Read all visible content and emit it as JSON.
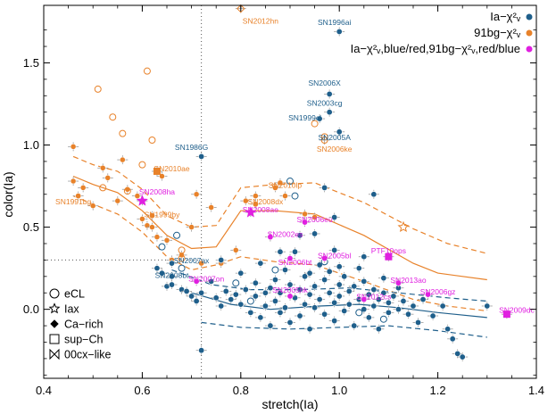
{
  "chart_data": {
    "type": "scatter",
    "xlabel": "stretch(Ia)",
    "ylabel": "color(Ia)",
    "xlim": [
      0.4,
      1.4
    ],
    "ylim": [
      -0.42,
      1.85
    ],
    "xticks": [
      "0.4",
      "0.6",
      "0.8",
      "1.0",
      "1.2",
      "1.4"
    ],
    "yticks": [
      "0.0",
      "0.5",
      "1.0",
      "1.5"
    ],
    "colors": {
      "ia": "#1f5f8b",
      "bg91": "#e8822a",
      "magenta": "#e020e0",
      "guide": "#555555"
    },
    "legend": {
      "placement": "top-right",
      "entries": [
        {
          "label": "Ia−χ²ᵥ",
          "color": "#1f5f8b"
        },
        {
          "label": "91bg−χ²ᵥ",
          "color": "#e8822a"
        },
        {
          "label": "Ia−χ²ᵥ,blue/red,91bg−χ²ᵥ,red/blue",
          "color": "#e020e0"
        }
      ]
    },
    "marker_legend": [
      {
        "shape": "open-circle",
        "label": "eCL"
      },
      {
        "shape": "star",
        "label": "Iax"
      },
      {
        "shape": "diamond",
        "label": "Ca−rich"
      },
      {
        "shape": "square",
        "label": "sup−Ch"
      },
      {
        "shape": "bowtie",
        "label": "00cx−like"
      }
    ],
    "guides": {
      "vertical_x": 0.72,
      "horizontal_y": 0.3
    },
    "labeled_points": [
      {
        "name": "SN2012hn",
        "x": 0.8,
        "y": 1.83,
        "group": "bg91",
        "marker": "open-diamond",
        "lx": 0.84,
        "ly": 1.74
      },
      {
        "name": "SN1996ai",
        "x": 1.0,
        "y": 1.69,
        "group": "ia",
        "marker": "dot",
        "lx": 0.99,
        "ly": 1.73
      },
      {
        "name": "SN2006X",
        "x": 0.98,
        "y": 1.31,
        "group": "ia",
        "marker": "dot",
        "lx": 0.97,
        "ly": 1.36
      },
      {
        "name": "SN2003cg",
        "x": 0.98,
        "y": 1.2,
        "group": "ia",
        "marker": "dot",
        "lx": 0.97,
        "ly": 1.24
      },
      {
        "name": "SN1999cl",
        "x": 0.96,
        "y": 1.16,
        "group": "ia",
        "marker": "dot",
        "lx": 0.93,
        "ly": 1.15
      },
      {
        "name": "SN2005A",
        "x": 1.0,
        "y": 1.08,
        "group": "ia",
        "marker": "dot",
        "lx": 0.99,
        "ly": 1.03
      },
      {
        "name": "SN2006ke",
        "x": 0.97,
        "y": 1.03,
        "group": "bg91",
        "marker": "open-circle",
        "lx": 0.99,
        "ly": 0.96
      },
      {
        "name": "SN1986G",
        "x": 0.72,
        "y": 0.93,
        "group": "ia",
        "marker": "dot",
        "lx": 0.7,
        "ly": 0.97
      },
      {
        "name": "SN2010ae",
        "x": 0.63,
        "y": 0.84,
        "group": "bg91",
        "marker": "open-square",
        "lx": 0.66,
        "ly": 0.84
      },
      {
        "name": "SN1991bg",
        "x": 0.47,
        "y": 0.69,
        "group": "bg91",
        "marker": "dot",
        "lx": 0.46,
        "ly": 0.64
      },
      {
        "name": "SN2008ha",
        "x": 0.6,
        "y": 0.66,
        "group": "magenta",
        "marker": "star",
        "lx": 0.63,
        "ly": 0.7
      },
      {
        "name": "SN1999by",
        "x": 0.62,
        "y": 0.57,
        "group": "bg91",
        "marker": "dot",
        "lx": 0.64,
        "ly": 0.56
      },
      {
        "name": "SN2010lp",
        "x": 0.87,
        "y": 0.74,
        "group": "bg91",
        "marker": "dot",
        "lx": 0.89,
        "ly": 0.74
      },
      {
        "name": "SN2008dx",
        "x": 0.83,
        "y": 0.64,
        "group": "bg91",
        "marker": "dot",
        "lx": 0.85,
        "ly": 0.64
      },
      {
        "name": "SN2008ae",
        "x": 0.82,
        "y": 0.59,
        "group": "magenta",
        "marker": "star",
        "lx": 0.84,
        "ly": 0.59
      },
      {
        "name": "SN2006eu",
        "x": 0.93,
        "y": 0.53,
        "group": "magenta",
        "marker": "dot",
        "lx": 0.95,
        "ly": 0.53
      },
      {
        "name": "SN2002es",
        "x": 0.86,
        "y": 0.44,
        "group": "magenta",
        "marker": "dot",
        "lx": 0.89,
        "ly": 0.44
      },
      {
        "name": "PTF10ops",
        "x": 1.1,
        "y": 0.32,
        "group": "magenta",
        "marker": "open-square",
        "lx": 1.1,
        "ly": 0.34
      },
      {
        "name": "SN2005bl",
        "x": 0.97,
        "y": 0.31,
        "group": "magenta",
        "marker": "dot",
        "lx": 0.99,
        "ly": 0.31
      },
      {
        "name": "SN2006bt",
        "x": 0.9,
        "y": 0.31,
        "group": "magenta",
        "marker": "dot",
        "lx": 0.91,
        "ly": 0.27
      },
      {
        "name": "SN2007ax",
        "x": 0.66,
        "y": 0.28,
        "group": "ia",
        "marker": "dot",
        "lx": 0.7,
        "ly": 0.28
      },
      {
        "name": "SN2008bt",
        "x": 0.66,
        "y": 0.2,
        "group": "ia",
        "marker": "dot",
        "lx": 0.66,
        "ly": 0.19
      },
      {
        "name": "SN2007on",
        "x": 0.71,
        "y": 0.17,
        "group": "magenta",
        "marker": "dot",
        "lx": 0.73,
        "ly": 0.17
      },
      {
        "name": "SN2013ao",
        "x": 1.12,
        "y": 0.16,
        "group": "magenta",
        "marker": "dot",
        "lx": 1.14,
        "ly": 0.16
      },
      {
        "name": "SN2006gz",
        "x": 1.18,
        "y": 0.09,
        "group": "magenta",
        "marker": "dot",
        "lx": 1.2,
        "ly": 0.09
      },
      {
        "name": "SN2012cs",
        "x": 1.05,
        "y": 0.06,
        "group": "magenta",
        "marker": "dot",
        "lx": 1.07,
        "ly": 0.06
      },
      {
        "name": "SN2005hk",
        "x": 0.9,
        "y": 0.08,
        "group": "magenta",
        "marker": "dot",
        "lx": 0.9,
        "ly": 0.1
      },
      {
        "name": "SN2009dc",
        "x": 1.34,
        "y": -0.03,
        "group": "magenta",
        "marker": "open-square",
        "lx": 1.36,
        "ly": -0.02
      }
    ],
    "points_bg91": [
      [
        0.46,
        0.99
      ],
      [
        0.46,
        0.78
      ],
      [
        0.48,
        0.74
      ],
      [
        0.5,
        0.63
      ],
      [
        0.52,
        0.86
      ],
      [
        0.53,
        0.8
      ],
      [
        0.55,
        0.66
      ],
      [
        0.56,
        0.91
      ],
      [
        0.57,
        0.73
      ],
      [
        0.59,
        0.69
      ],
      [
        0.6,
        0.55
      ],
      [
        0.61,
        0.51
      ],
      [
        0.62,
        0.5
      ],
      [
        0.63,
        0.44
      ],
      [
        0.64,
        0.81
      ],
      [
        0.65,
        0.42
      ],
      [
        0.66,
        0.3
      ],
      [
        0.68,
        0.33
      ],
      [
        0.7,
        0.5
      ],
      [
        0.71,
        0.7
      ],
      [
        0.72,
        0.28
      ],
      [
        0.74,
        0.62
      ],
      [
        0.76,
        0.28
      ],
      [
        0.79,
        0.36
      ],
      [
        0.81,
        0.66
      ],
      [
        0.83,
        0.69
      ],
      [
        0.88,
        0.77
      ],
      [
        0.89,
        0.69
      ],
      [
        0.93,
        0.58
      ],
      [
        0.95,
        0.56
      ]
    ],
    "open_bg91": [
      [
        0.51,
        1.34
      ],
      [
        0.52,
        0.74
      ],
      [
        0.54,
        1.17
      ],
      [
        0.56,
        1.07
      ],
      [
        0.61,
        1.45
      ],
      [
        0.6,
        0.88
      ],
      [
        0.62,
        1.03
      ],
      [
        0.57,
        0.72
      ],
      [
        0.68,
        0.36
      ],
      [
        0.95,
        1.13
      ],
      [
        0.97,
        1.05
      ],
      [
        0.68,
        0.31
      ]
    ],
    "open_stars": [
      [
        1.13,
        0.5
      ]
    ],
    "open_ia": [
      [
        0.64,
        0.38
      ],
      [
        0.67,
        0.45
      ],
      [
        0.68,
        0.25
      ],
      [
        0.9,
        0.78
      ],
      [
        0.91,
        0.69
      ],
      [
        0.87,
        0.24
      ],
      [
        0.97,
        0.29
      ],
      [
        0.82,
        0.05
      ],
      [
        1.04,
        -0.02
      ],
      [
        1.09,
        -0.06
      ],
      [
        0.79,
        0.16
      ]
    ],
    "points_ia": [
      [
        0.63,
        0.25
      ],
      [
        0.64,
        0.22
      ],
      [
        0.65,
        0.14
      ],
      [
        0.66,
        0.15
      ],
      [
        0.68,
        0.12
      ],
      [
        0.69,
        0.11
      ],
      [
        0.7,
        0.08
      ],
      [
        0.71,
        0.05
      ],
      [
        0.72,
        0.1
      ],
      [
        0.72,
        -0.25
      ],
      [
        0.74,
        0.17
      ],
      [
        0.75,
        0.07
      ],
      [
        0.76,
        0.02
      ],
      [
        0.77,
        0.11
      ],
      [
        0.78,
        0.06
      ],
      [
        0.79,
        0.09
      ],
      [
        0.8,
        0.03
      ],
      [
        0.8,
        0.22
      ],
      [
        0.81,
        0.12
      ],
      [
        0.82,
        -0.02
      ],
      [
        0.83,
        0.08
      ],
      [
        0.83,
        0.16
      ],
      [
        0.84,
        -0.05
      ],
      [
        0.85,
        0.1
      ],
      [
        0.85,
        0.02
      ],
      [
        0.86,
        0.13
      ],
      [
        0.86,
        -0.1
      ],
      [
        0.87,
        0.05
      ],
      [
        0.87,
        0.18
      ],
      [
        0.88,
        -0.02
      ],
      [
        0.88,
        0.1
      ],
      [
        0.89,
        0.24
      ],
      [
        0.89,
        0.01
      ],
      [
        0.9,
        -0.08
      ],
      [
        0.9,
        0.15
      ],
      [
        0.91,
        0.07
      ],
      [
        0.91,
        0.35
      ],
      [
        0.92,
        0.12
      ],
      [
        0.92,
        -0.04
      ],
      [
        0.93,
        0.2
      ],
      [
        0.93,
        0.03
      ],
      [
        0.94,
        0.09
      ],
      [
        0.94,
        -0.12
      ],
      [
        0.95,
        0.14
      ],
      [
        0.95,
        0.01
      ],
      [
        0.96,
        0.27
      ],
      [
        0.96,
        0.06
      ],
      [
        0.97,
        -0.03
      ],
      [
        0.97,
        0.18
      ],
      [
        0.98,
        0.1
      ],
      [
        0.98,
        0.23
      ],
      [
        0.99,
        -0.07
      ],
      [
        0.99,
        0.04
      ],
      [
        1.0,
        0.15
      ],
      [
        1.0,
        0.08
      ],
      [
        1.01,
        -0.01
      ],
      [
        1.01,
        0.2
      ],
      [
        1.02,
        0.11
      ],
      [
        1.02,
        0.03
      ],
      [
        1.03,
        -0.1
      ],
      [
        1.03,
        0.14
      ],
      [
        1.04,
        0.06
      ],
      [
        1.04,
        0.25
      ],
      [
        1.05,
        0.0
      ],
      [
        1.05,
        0.17
      ],
      [
        1.06,
        0.09
      ],
      [
        1.06,
        -0.05
      ],
      [
        1.07,
        0.12
      ],
      [
        1.07,
        0.02
      ],
      [
        1.08,
        0.06
      ],
      [
        1.08,
        -0.12
      ],
      [
        1.09,
        0.1
      ],
      [
        1.09,
        0.19
      ],
      [
        1.1,
        0.04
      ],
      [
        1.1,
        -0.02
      ],
      [
        1.11,
        0.08
      ],
      [
        1.12,
        0.0
      ],
      [
        1.12,
        0.13
      ],
      [
        1.13,
        0.05
      ],
      [
        1.14,
        -0.03
      ],
      [
        1.15,
        0.02
      ],
      [
        1.16,
        -0.08
      ],
      [
        1.17,
        0.06
      ],
      [
        1.19,
        -0.04
      ],
      [
        1.21,
        0.02
      ],
      [
        1.22,
        -0.12
      ],
      [
        1.24,
        -0.27
      ],
      [
        1.23,
        -0.18
      ],
      [
        1.25,
        -0.29
      ],
      [
        1.3,
        0.02
      ],
      [
        0.76,
        0.3
      ],
      [
        0.84,
        0.28
      ],
      [
        0.92,
        0.45
      ],
      [
        0.95,
        0.46
      ],
      [
        0.97,
        0.74
      ],
      [
        1.07,
        0.7
      ],
      [
        0.99,
        0.56
      ],
      [
        0.94,
        0.22
      ],
      [
        1.0,
        0.26
      ],
      [
        1.05,
        0.32
      ],
      [
        0.88,
        0.35
      ],
      [
        0.99,
        0.36
      ]
    ],
    "trend_ia_mean": [
      [
        0.7,
        0.1
      ],
      [
        0.78,
        0.03
      ],
      [
        0.86,
        0.0
      ],
      [
        0.96,
        0.02
      ],
      [
        1.04,
        0.03
      ],
      [
        1.12,
        0.01
      ],
      [
        1.2,
        -0.02
      ],
      [
        1.3,
        -0.05
      ]
    ],
    "trend_ia_upper": [
      [
        0.66,
        0.24
      ],
      [
        0.74,
        0.15
      ],
      [
        0.82,
        0.12
      ],
      [
        0.92,
        0.12
      ],
      [
        1.02,
        0.13
      ],
      [
        1.12,
        0.1
      ],
      [
        1.22,
        0.07
      ],
      [
        1.3,
        0.05
      ]
    ],
    "trend_ia_lower": [
      [
        0.72,
        -0.08
      ],
      [
        0.8,
        -0.11
      ],
      [
        0.9,
        -0.12
      ],
      [
        1.0,
        -0.11
      ],
      [
        1.1,
        -0.1
      ],
      [
        1.2,
        -0.13
      ],
      [
        1.3,
        -0.17
      ]
    ],
    "trend_bg91_mean": [
      [
        0.46,
        0.81
      ],
      [
        0.5,
        0.76
      ],
      [
        0.55,
        0.71
      ],
      [
        0.6,
        0.6
      ],
      [
        0.65,
        0.45
      ],
      [
        0.7,
        0.37
      ],
      [
        0.75,
        0.38
      ],
      [
        0.8,
        0.6
      ],
      [
        0.87,
        0.6
      ],
      [
        0.95,
        0.58
      ],
      [
        1.05,
        0.45
      ],
      [
        1.15,
        0.28
      ],
      [
        1.2,
        0.22
      ],
      [
        1.3,
        0.18
      ]
    ],
    "trend_bg91_upper": [
      [
        0.46,
        0.93
      ],
      [
        0.5,
        0.88
      ],
      [
        0.55,
        0.84
      ],
      [
        0.6,
        0.73
      ],
      [
        0.65,
        0.57
      ],
      [
        0.7,
        0.5
      ],
      [
        0.75,
        0.51
      ],
      [
        0.8,
        0.74
      ],
      [
        0.87,
        0.76
      ],
      [
        0.95,
        0.77
      ],
      [
        1.05,
        0.65
      ],
      [
        1.15,
        0.49
      ],
      [
        1.22,
        0.4
      ],
      [
        1.3,
        0.34
      ]
    ],
    "trend_bg91_lower": [
      [
        0.46,
        0.69
      ],
      [
        0.5,
        0.64
      ],
      [
        0.55,
        0.58
      ],
      [
        0.6,
        0.47
      ],
      [
        0.65,
        0.32
      ],
      [
        0.7,
        0.24
      ],
      [
        0.75,
        0.27
      ],
      [
        0.8,
        0.32
      ],
      [
        0.87,
        0.29
      ],
      [
        0.95,
        0.27
      ],
      [
        1.05,
        0.17
      ],
      [
        1.15,
        0.06
      ],
      [
        1.22,
        0.02
      ],
      [
        1.3,
        -0.01
      ]
    ]
  }
}
